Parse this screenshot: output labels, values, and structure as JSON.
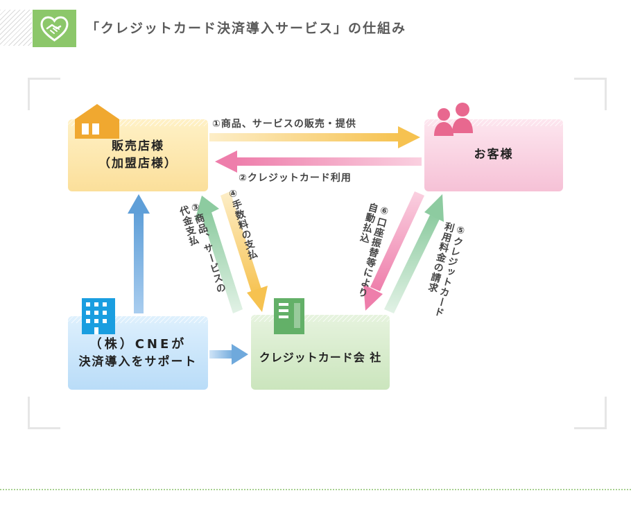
{
  "title": "「クレジットカード決済導入サービス」の仕組み",
  "nodes": {
    "shop": {
      "line1": "販売店様",
      "line2": "（加盟店様）"
    },
    "customer": {
      "label": "お客様"
    },
    "cne": {
      "line1": "（株）CNEが",
      "line2": "決済導入をサポート"
    },
    "card_company": {
      "label": "クレジットカード会 社"
    }
  },
  "flows": {
    "f1": "①商品、サービスの販売・提供",
    "f2": "②クレジットカード利用",
    "f3_num": "③",
    "f3_a": "商品、サービスの",
    "f3_b": "代金支払",
    "f4_num": "④",
    "f4": "手数料の支払",
    "f5_num": "⑤",
    "f5_a": "クレジットカード",
    "f5_b": "利用料金の請求",
    "f6_num": "⑥",
    "f6_a": "口座振替等により",
    "f6_b": "自動払込"
  },
  "colors": {
    "shop": "#fbdf9a",
    "customer": "#f6c1d6",
    "cne": "#b9dcf8",
    "card_company": "#cbe5bd",
    "arrow_orange": "#f7c45a",
    "arrow_pink": "#ee7eab",
    "arrow_green": "#8dcba0",
    "arrow_blue": "#6fa9dc"
  },
  "icons": [
    "handshake-icon",
    "shop-icon",
    "people-icon",
    "building-icon",
    "office-icon"
  ]
}
